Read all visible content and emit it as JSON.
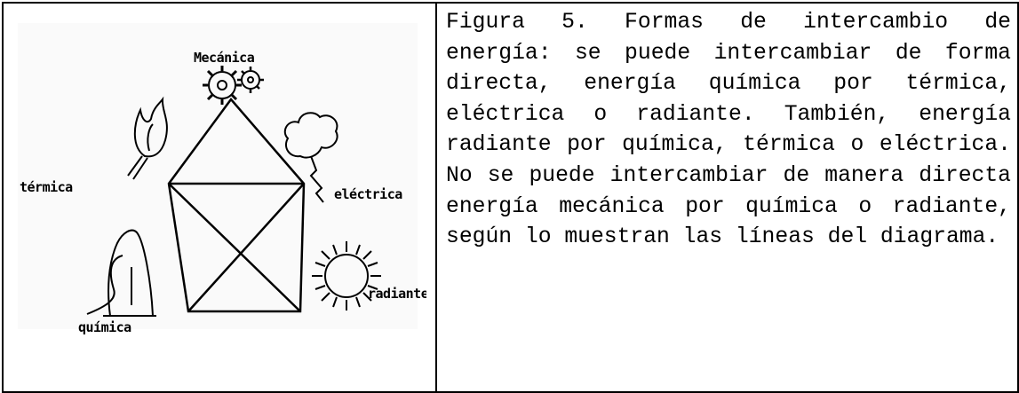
{
  "figure": {
    "labels": {
      "top": "Mecánica",
      "left": "térmica",
      "right": "eléctrica",
      "bottom_left": "química",
      "bottom_right": "radiante"
    }
  },
  "caption": {
    "text": "Figura 5. Formas de intercambio de energía: se puede intercambiar de forma directa, energía química por térmica, eléctrica o radiante. También, energía radiante por química, térmica o eléctrica. No se puede intercambiar de manera directa energía mecánica por química o radiante, según lo muestran las líneas del diagrama."
  }
}
